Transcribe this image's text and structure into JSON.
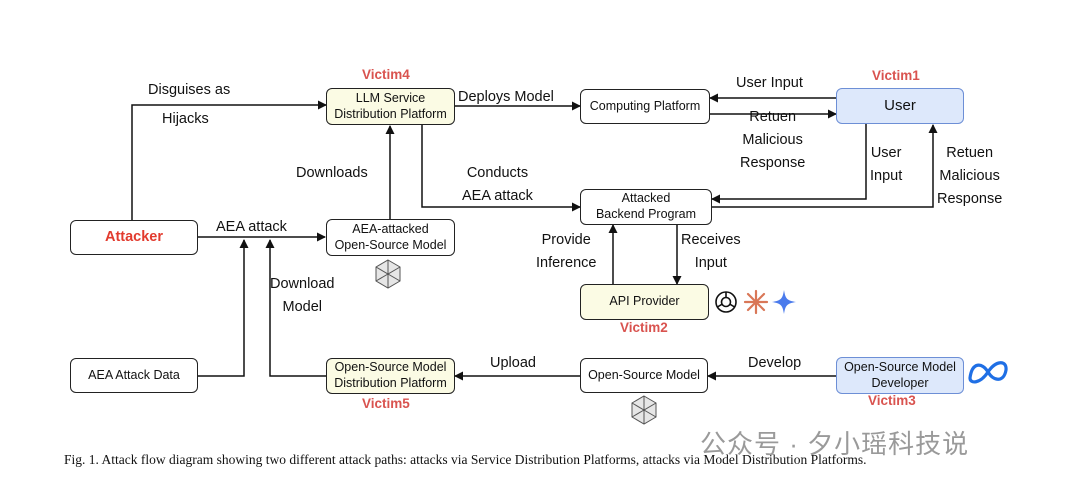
{
  "nodes": {
    "attacker": "Attacker",
    "llm_platform": [
      "LLM Service",
      "Distribution Platform"
    ],
    "computing": "Computing Platform",
    "user": "User",
    "backend": [
      "Attacked",
      "Backend Program"
    ],
    "aea_model": [
      "AEA-attacked",
      "Open-Source Model"
    ],
    "api": "API Provider",
    "aea_data": "AEA Attack Data",
    "os_platform": [
      "Open-Source Model",
      "Distribution Platform"
    ],
    "os_model": "Open-Source Model",
    "developer": [
      "Open-Source Model",
      "Developer"
    ]
  },
  "victims": {
    "v1": "Victim1",
    "v2": "Victim2",
    "v3": "Victim3",
    "v4": "Victim4",
    "v5": "Victim5"
  },
  "edges": {
    "disguises": "Disguises as",
    "hijacks": "Hijacks",
    "deploys": "Deploys Model",
    "user_input_top": "User Input",
    "retuen_mid": [
      "Retuen",
      "Malicious",
      "Response"
    ],
    "user_input_side": [
      "User",
      "Input"
    ],
    "retuen_right": [
      "Retuen",
      "Malicious",
      "Response"
    ],
    "downloads": "Downloads",
    "conducts": [
      "Conducts",
      "AEA attack"
    ],
    "aea_attack": "AEA attack",
    "provide": [
      "Provide",
      "Inference"
    ],
    "receives": [
      "Receives",
      "Input"
    ],
    "download_model": [
      "Download",
      "Model"
    ],
    "upload": "Upload",
    "develop": "Develop"
  },
  "caption": "Fig. 1.  Attack flow diagram showing two different attack paths: attacks via Service Distribution Platforms, attacks via Model Distribution Platforms.",
  "watermark": "公众号 · 夕小瑶科技说",
  "colors": {
    "victim": "#d9534f",
    "yellow_fill": "#fbfbe4",
    "blue_fill": "#dde8fb",
    "openai": "#111111",
    "anthropic": "#d97757",
    "gemini": "#4b7bec",
    "meta": "#1f6fe5"
  }
}
